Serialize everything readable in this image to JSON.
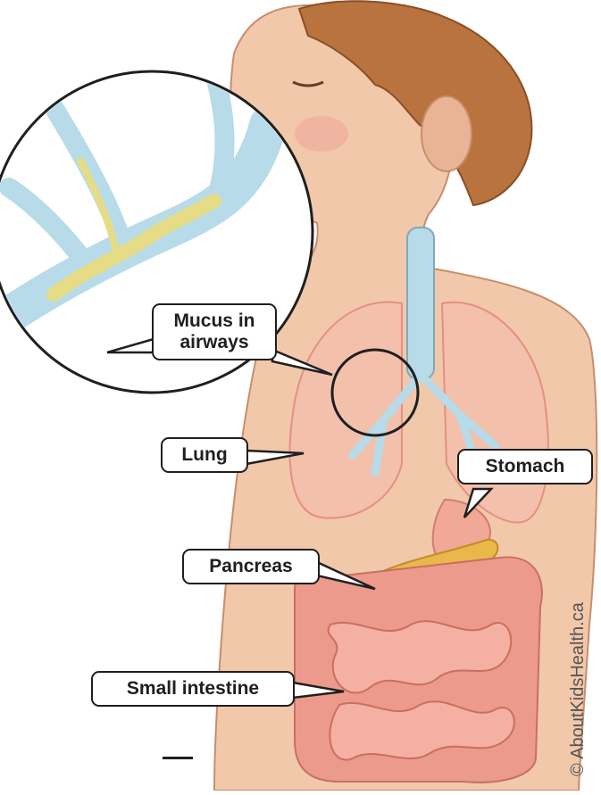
{
  "labels": {
    "mucus_line1": "Mucus in",
    "mucus_line2": "airways",
    "lung": "Lung",
    "stomach": "Stomach",
    "pancreas": "Pancreas",
    "small_intestine": "Small intestine"
  },
  "copyright": "© AboutKidsHealth.ca",
  "colors": {
    "skin": "#f1c8aa",
    "hair": "#b9733f",
    "airway": "#b7dbe8",
    "mucus": "#e7dc86",
    "intestine": "#ec9a8b",
    "pancreas": "#e8b84a",
    "outline": "#1f1f1f"
  }
}
